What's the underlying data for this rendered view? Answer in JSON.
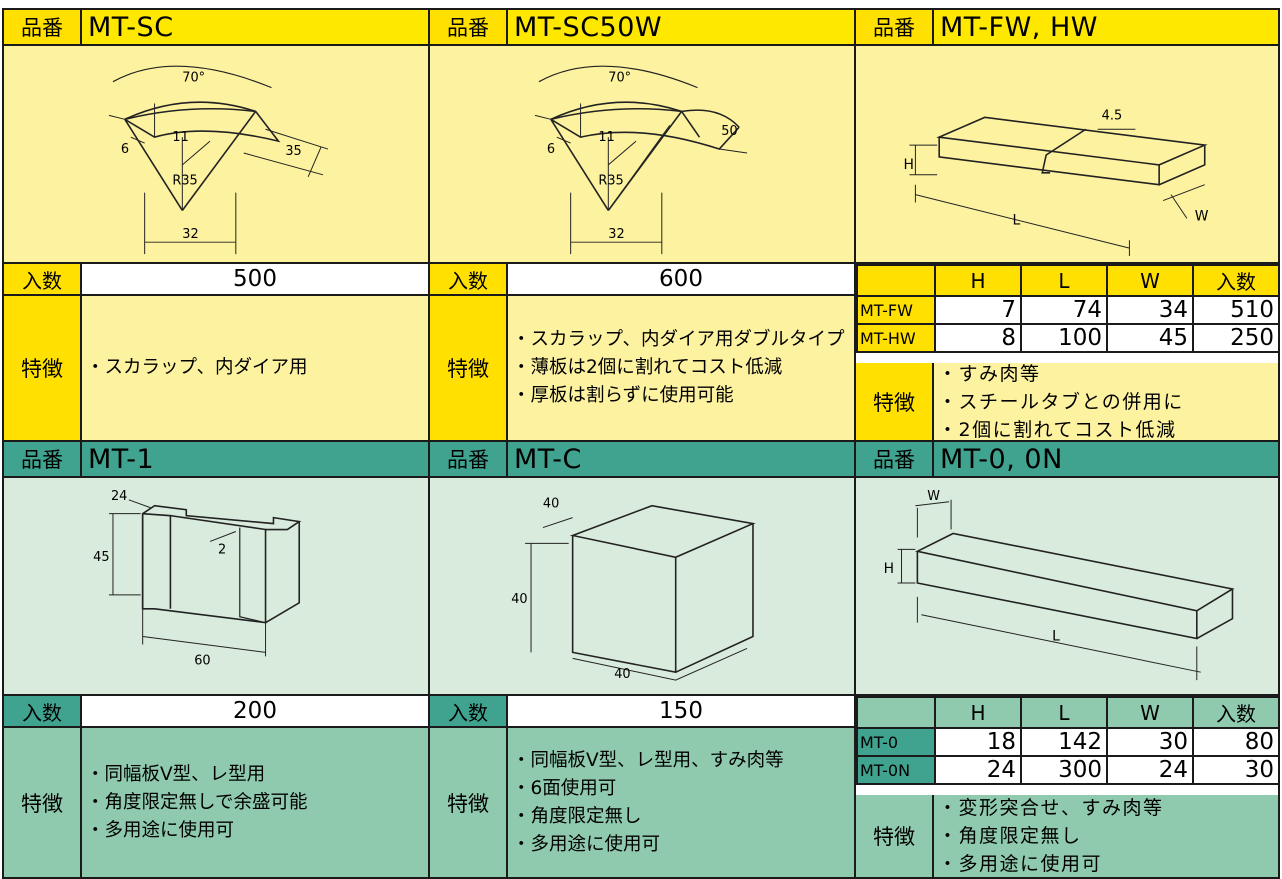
{
  "labels": {
    "part_number": "品番",
    "quantity": "入数",
    "features": "特徴"
  },
  "colors": {
    "yellow_header": "#ffe800",
    "yellow_body": "#fdf2a0",
    "green_header": "#3fa38f",
    "green_body": "#d9ebdc"
  },
  "products": [
    {
      "code": "MT-SC",
      "quantity": "500",
      "dims": {
        "angle": "70°",
        "thick": "6",
        "height": "11",
        "length": "35",
        "radius": "R35",
        "width": "32"
      },
      "features": [
        "・スカラップ、内ダイア用"
      ]
    },
    {
      "code": "MT-SC50W",
      "quantity": "600",
      "dims": {
        "angle": "70°",
        "thick": "6",
        "height": "11",
        "length": "50",
        "radius": "R35",
        "width": "32"
      },
      "features": [
        "・スカラップ、内ダイア用ダブルタイプ",
        "・薄板は2個に割れてコスト低減",
        "・厚板は割らずに使用可能"
      ]
    },
    {
      "code": "MT-FW, HW",
      "dims": {
        "gap": "4.5",
        "h": "H",
        "l": "L",
        "w": "W"
      },
      "spec_headers": [
        "",
        "H",
        "L",
        "W",
        "入数"
      ],
      "spec_rows": [
        [
          "MT-FW",
          "7",
          "74",
          "34",
          "510"
        ],
        [
          "MT-HW",
          "8",
          "100",
          "45",
          "250"
        ]
      ],
      "features": [
        "・すみ肉等",
        "・スチールタブとの併用に",
        "・2個に割れてコスト低減"
      ]
    },
    {
      "code": "MT-1",
      "quantity": "200",
      "dims": {
        "top": "24",
        "height": "45",
        "groove": "2",
        "length": "60"
      },
      "features": [
        "・同幅板V型、レ型用",
        "・角度限定無しで余盛可能",
        "・多用途に使用可"
      ]
    },
    {
      "code": "MT-C",
      "quantity": "150",
      "dims": {
        "depth": "40",
        "height": "40",
        "width": "40"
      },
      "features": [
        "・同幅板V型、レ型用、すみ肉等",
        "・6面使用可",
        "・角度限定無し",
        "・多用途に使用可"
      ]
    },
    {
      "code": "MT-0, 0N",
      "dims": {
        "w": "W",
        "h": "H",
        "l": "L"
      },
      "spec_headers": [
        "",
        "H",
        "L",
        "W",
        "入数"
      ],
      "spec_rows": [
        [
          "MT-0",
          "18",
          "142",
          "30",
          "80"
        ],
        [
          "MT-0N",
          "24",
          "300",
          "24",
          "30"
        ]
      ],
      "features": [
        "・変形突合せ、すみ肉等",
        "・角度限定無し",
        "・多用途に使用可"
      ]
    }
  ]
}
